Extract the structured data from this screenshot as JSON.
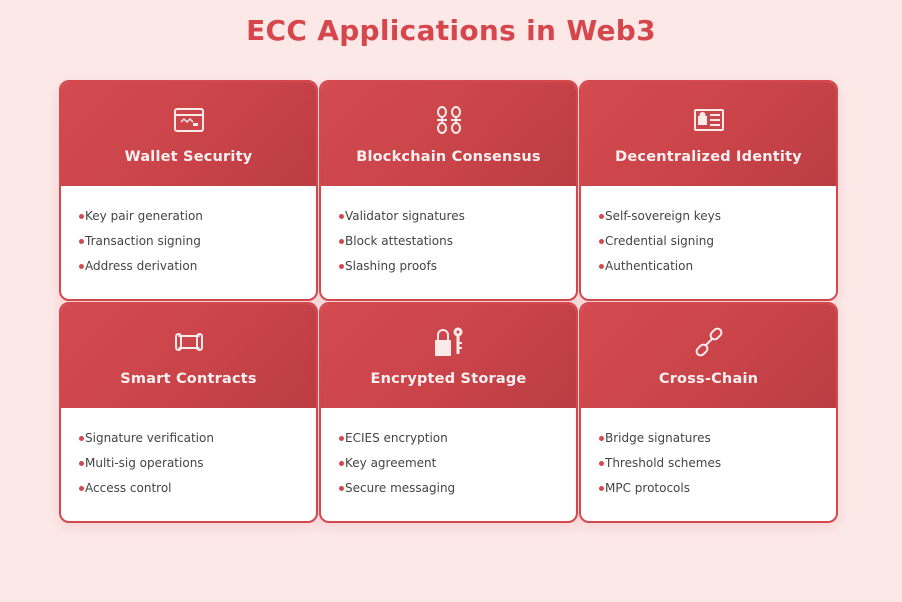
{
  "title": "ECC Applications in Web3",
  "colors": {
    "accent": "#d4484e",
    "header_start": "#d44a50",
    "header_end": "#bb3d43",
    "background": "#fde8e8",
    "text": "#444444"
  },
  "cards": [
    {
      "title": "Wallet Security",
      "icon": "credit-card-icon",
      "items": [
        "Key pair generation",
        "Transaction signing",
        "Address derivation"
      ]
    },
    {
      "title": "Blockchain Consensus",
      "icon": "chain-links-icon",
      "items": [
        "Validator signatures",
        "Block attestations",
        "Slashing proofs"
      ]
    },
    {
      "title": "Decentralized Identity",
      "icon": "id-card-icon",
      "items": [
        "Self-sovereign keys",
        "Credential signing",
        "Authentication"
      ]
    },
    {
      "title": "Smart Contracts",
      "icon": "scroll-icon",
      "items": [
        "Signature verification",
        "Multi-sig operations",
        "Access control"
      ]
    },
    {
      "title": "Encrypted Storage",
      "icon": "lock-key-icon",
      "items": [
        "ECIES encryption",
        "Key agreement",
        "Secure messaging"
      ]
    },
    {
      "title": "Cross-Chain",
      "icon": "link-icon",
      "items": [
        "Bridge signatures",
        "Threshold schemes",
        "MPC protocols"
      ]
    }
  ]
}
